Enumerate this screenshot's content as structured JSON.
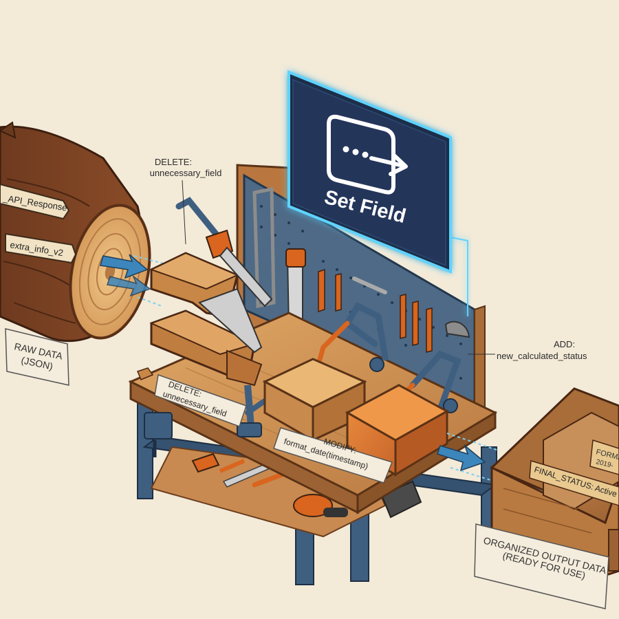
{
  "log": {
    "tag_api": "_API_Response",
    "tag_extra": "extra_info_v2"
  },
  "labels": {
    "raw_data_line1": "RAW DATA",
    "raw_data_line2": "(JSON)",
    "delete_top_line1": "DELETE:",
    "delete_top_line2": "unnecessary_field",
    "delete_bench_line1": "DELETE:",
    "delete_bench_line2": "unnecessary_field",
    "modify_line1": "MODIFY:",
    "modify_line2": "format_date(timestamp)",
    "add_line1": "ADD:",
    "add_line2": "new_calculated_status",
    "crate_tag1_line1": "FORMA",
    "crate_tag1_line2": "2019-",
    "crate_tag2": "FINAL_STATUS: Active",
    "output_line1": "ORGANIZED OUTPUT DATA",
    "output_line2": "(READY FOR USE)"
  },
  "screen": {
    "title": "Set Field",
    "icon": "set-field-arrow-icon",
    "glow_color": "#5fd3ff",
    "bg_color": "#1f2d4a"
  },
  "colors": {
    "background": "#f3ead8",
    "wood_dark": "#7a4426",
    "wood_light": "#d39a5c",
    "metal_frame": "#3f5f80",
    "tool_orange": "#d9651f",
    "arrow_blue": "#3d86bb"
  }
}
